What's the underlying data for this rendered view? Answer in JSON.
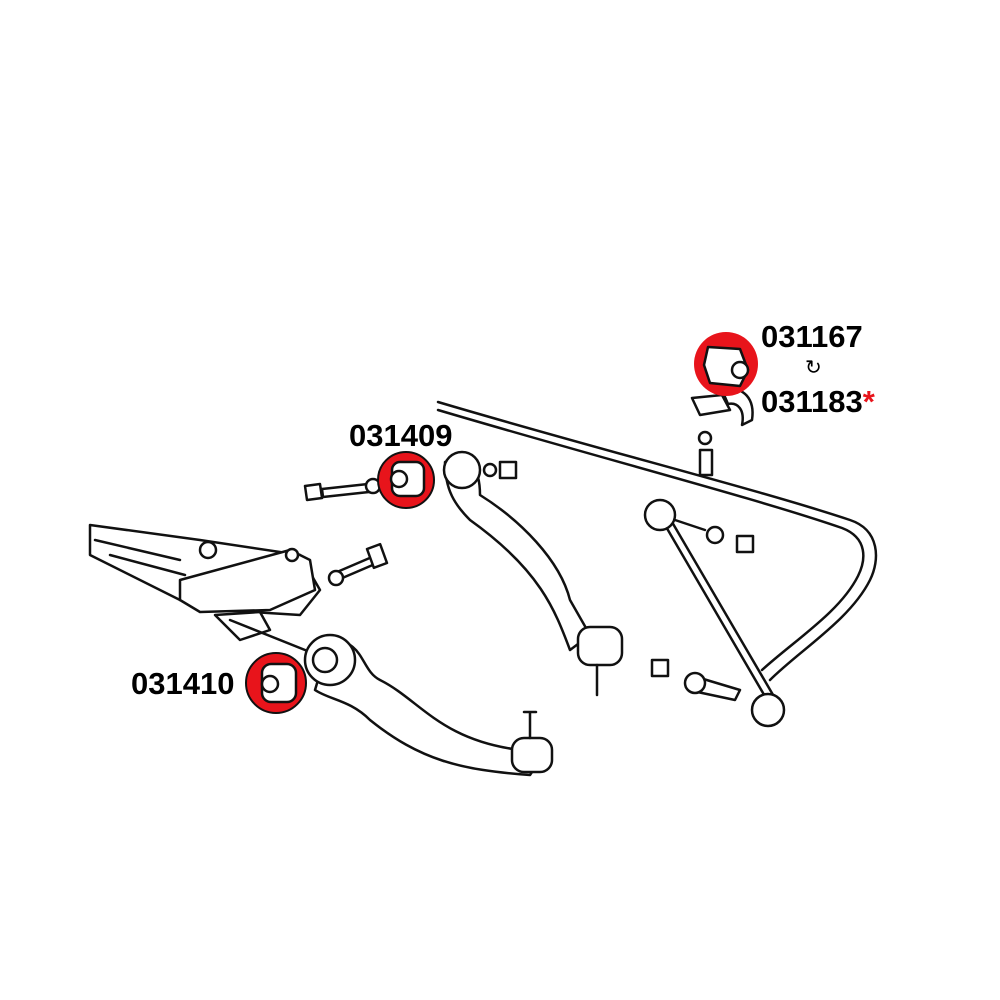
{
  "parts": [
    {
      "id": "031409",
      "label": "031409"
    },
    {
      "id": "031410",
      "label": "031410"
    },
    {
      "id": "031167",
      "label": "031167"
    },
    {
      "id": "031183",
      "label": "031183",
      "marker": "*"
    }
  ],
  "swap_symbol": "↻",
  "colors": {
    "highlight": "#e8141b",
    "line": "#111111"
  }
}
